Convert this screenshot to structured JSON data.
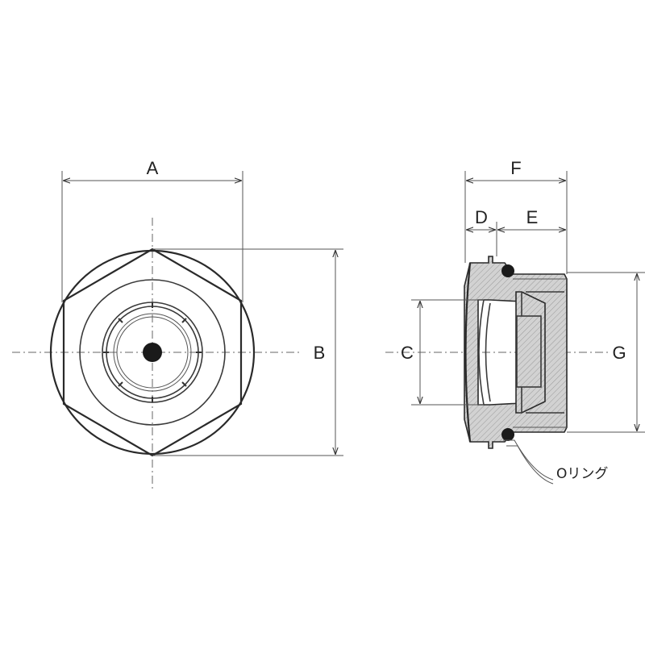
{
  "dimensions": {
    "a": "A",
    "b": "B",
    "c": "C",
    "d": "D",
    "e": "E",
    "f": "F",
    "g": "G"
  },
  "callout": {
    "o_ring": "Oリング"
  }
}
